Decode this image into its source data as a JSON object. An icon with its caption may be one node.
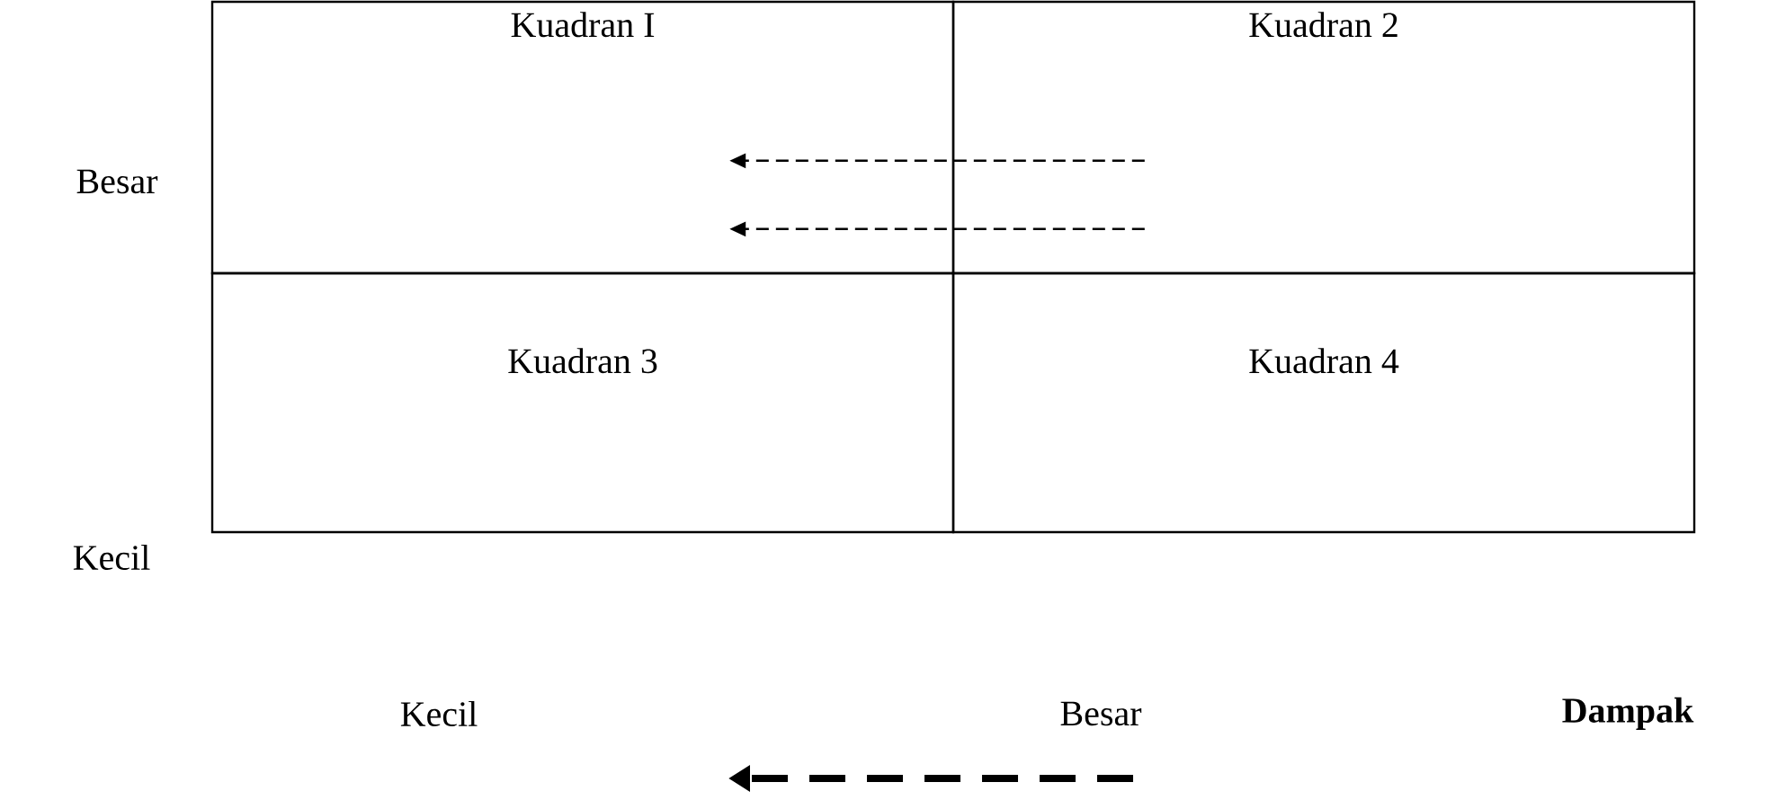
{
  "diagram": {
    "nodes": [
      {
        "text": [
          "Kuadran I"
        ]
      },
      {
        "text": [
          "Kuadran 2"
        ]
      },
      {
        "text": [
          "Kuadran 3"
        ]
      },
      {
        "text": [
          "Kuadran 4"
        ]
      }
    ],
    "edges": [
      {
        "from": 1,
        "to": 0,
        "arrow": "to",
        "style": "dashed"
      },
      {
        "from": 1,
        "to": 0,
        "arrow": "to",
        "style": "dashed"
      }
    ],
    "labels": [
      "Besar",
      "Kecil",
      "Kecil",
      "Besar",
      "Dampak"
    ]
  }
}
